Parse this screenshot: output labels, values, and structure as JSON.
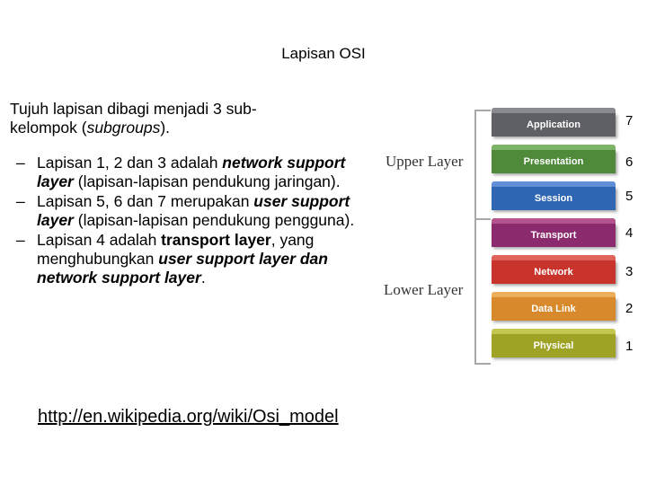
{
  "slide": {
    "title": "Lapisan OSI",
    "intro_line1": "Tujuh lapisan dibagi menjadi 3 sub-",
    "intro_line2_pre": "kelompok (",
    "intro_line2_italic": "subgroups",
    "intro_line2_post": ").",
    "link": "http://en.wikipedia.org/wiki/Osi_model"
  },
  "bullets": [
    {
      "dash": "–",
      "p1": "Lapisan 1, 2 dan 3 adalah ",
      "em1": "network support layer",
      "p2": " (lapisan-lapisan pendukung jaringan)."
    },
    {
      "dash": "–",
      "p1": "Lapisan 5, 6 dan 7 merupakan ",
      "em1": "user support layer",
      "p2": " (lapisan-lapisan pendukung pengguna)."
    },
    {
      "dash": "–",
      "p1": "Lapisan 4 adalah ",
      "b1": "transport layer",
      "p2": ", yang menghubungkan ",
      "em1": "user support layer",
      "p3": " ",
      "em2": "dan network support layer",
      "p4": "."
    }
  ],
  "diagram": {
    "upper_label": "Upper Layer",
    "lower_label": "Lower Layer",
    "layers": [
      {
        "name": "Application",
        "number": "7",
        "color": "#5f6066",
        "top_color": "#8a8b90"
      },
      {
        "name": "Presentation",
        "number": "6",
        "color": "#4f8a3a",
        "top_color": "#7cb466"
      },
      {
        "name": "Session",
        "number": "5",
        "color": "#2f66b3",
        "top_color": "#5f8fd6"
      },
      {
        "name": "Transport",
        "number": "4",
        "color": "#8c2a6e",
        "top_color": "#b4558f"
      },
      {
        "name": "Network",
        "number": "3",
        "color": "#c8332b",
        "top_color": "#e0625a"
      },
      {
        "name": "Data Link",
        "number": "2",
        "color": "#d8892c",
        "top_color": "#edae5c"
      },
      {
        "name": "Physical",
        "number": "1",
        "color": "#9ea326",
        "top_color": "#c4c752"
      }
    ]
  }
}
